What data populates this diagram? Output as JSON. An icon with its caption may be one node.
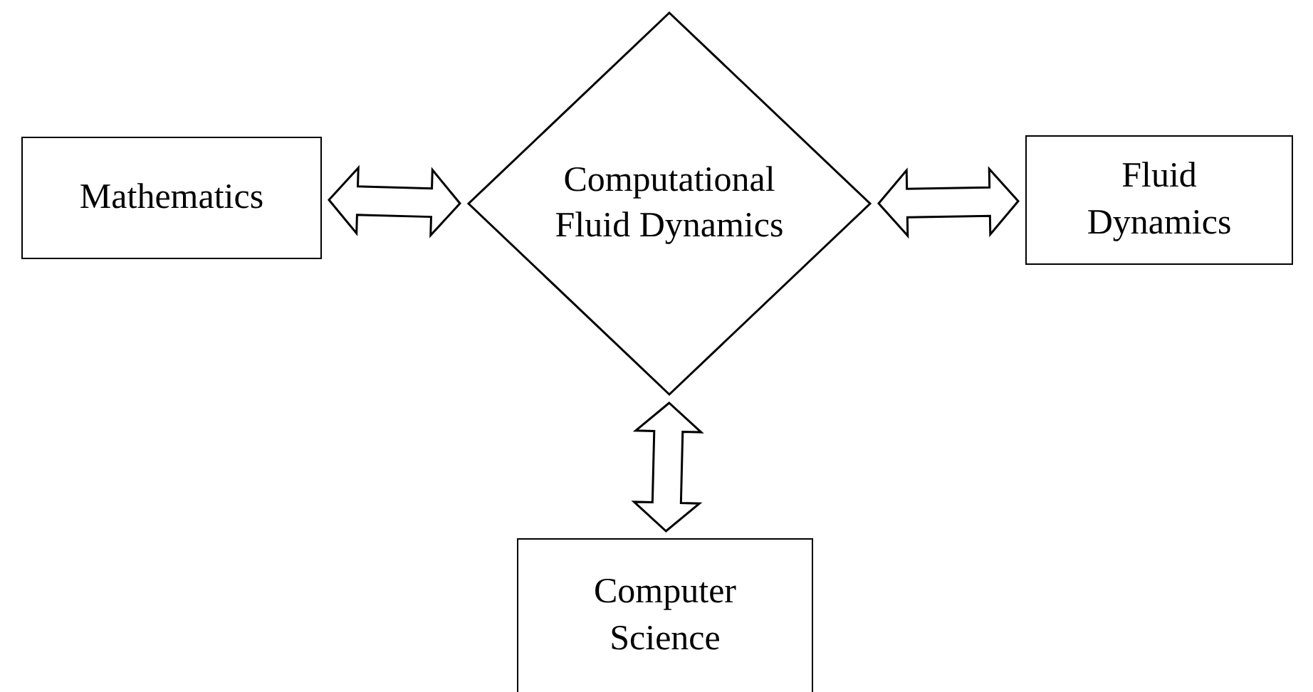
{
  "diagram": {
    "nodes": [
      {
        "text": [
          "Mathematics"
        ]
      },
      {
        "text": [
          "Computational Fluid Dynamics"
        ]
      },
      {
        "text": [
          "Fluid Dynamics"
        ]
      },
      {
        "text": [
          "Computer Science"
        ]
      }
    ],
    "edges": [
      {
        "from": 0,
        "to": 1,
        "arrow": "both"
      },
      {
        "from": 1,
        "to": 2,
        "arrow": "both"
      },
      {
        "from": 1,
        "to": 3,
        "arrow": "both"
      }
    ]
  }
}
